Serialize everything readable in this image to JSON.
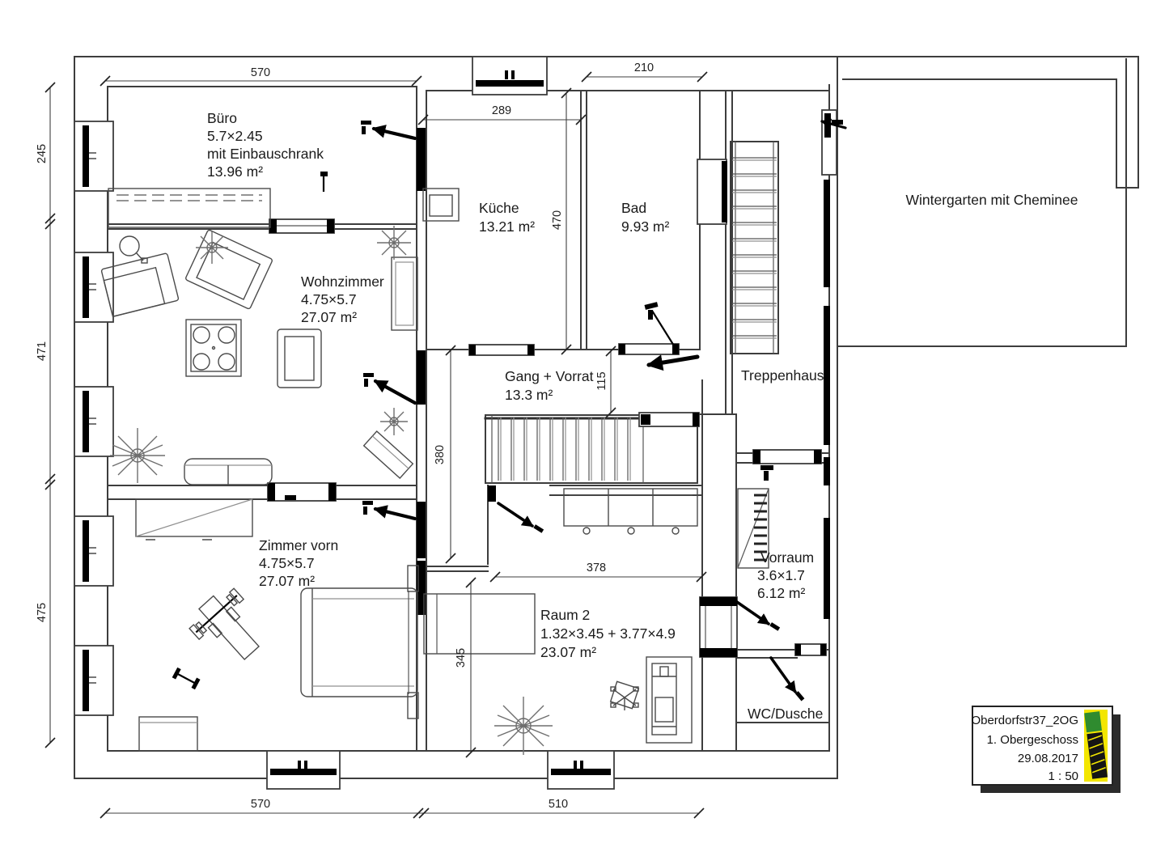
{
  "drawing": {
    "rooms": {
      "buero": {
        "name": "Büro",
        "size": "5.7×2.45",
        "note": "mit Einbauschrank",
        "area": "13.96 m²"
      },
      "kueche": {
        "name": "Küche",
        "area": "13.21 m²"
      },
      "bad": {
        "name": "Bad",
        "area": "9.93 m²"
      },
      "wintergarten": {
        "name": "Wintergarten mit Cheminee"
      },
      "wohnzimmer": {
        "name": "Wohnzimmer",
        "size": "4.75×5.7",
        "area": "27.07 m²"
      },
      "gang": {
        "name": "Gang + Vorrat",
        "area": "13.3 m²"
      },
      "treppenhaus": {
        "name": "Treppenhaus"
      },
      "zimmer_vorn": {
        "name": "Zimmer vorn",
        "size": "4.75×5.7",
        "area": "27.07 m²"
      },
      "raum2": {
        "name": "Raum 2",
        "size": "1.32×3.45 + 3.77×4.9",
        "area": "23.07 m²"
      },
      "vorraum": {
        "name": "Vorraum",
        "size": "3.6×1.7",
        "area": "6.12 m²"
      },
      "wc": {
        "name": "WC/Dusche"
      }
    },
    "dimensions": {
      "top_left": "570",
      "top_right": "210",
      "kueche_width": "289",
      "kueche_height": "470",
      "left_top": "245",
      "left_mid": "471",
      "left_bottom": "475",
      "corridor_height": "115",
      "corridor_left_height": "380",
      "raum2_width": "378",
      "raum2_height": "345",
      "bottom_left": "570",
      "bottom_right": "510"
    },
    "title_block": {
      "project": "Oberdorfstr37_2OG",
      "floor": "1. Obergeschoss",
      "date": "29.08.2017",
      "scale": "1 : 50"
    },
    "colors": {
      "logo_yellow": "#f3e600",
      "logo_green": "#2f8b2f",
      "line": "#3d3d3d"
    }
  }
}
